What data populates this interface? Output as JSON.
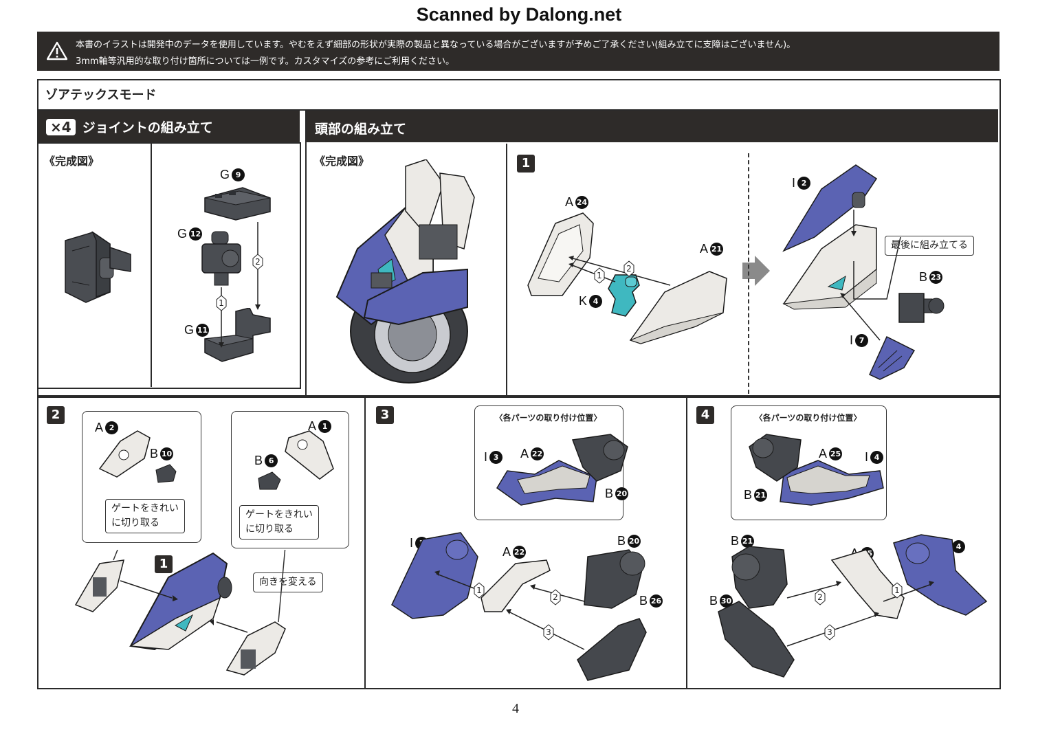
{
  "watermark": "Scanned by Dalong.net",
  "notice": {
    "line1": "本書のイラストは開発中のデータを使用しています。やむをえず細部の形状が実際の製品と異なっている場合がございますが予めご了承ください(組み立てに支障はございません)。",
    "line2": "3mm軸等汎用的な取り付け箇所については一例です。カスタマイズの参考にご利用ください。"
  },
  "mode_title": "ゾアテックスモード",
  "joint": {
    "multiplier": "×4",
    "title": "ジョイントの組み立て",
    "complete_label": "《完成図》",
    "parts": [
      {
        "letter": "G",
        "num": "9"
      },
      {
        "letter": "G",
        "num": "12"
      },
      {
        "letter": "G",
        "num": "11"
      }
    ],
    "steps": [
      "1",
      "2"
    ]
  },
  "head": {
    "title": "頭部の組み立て",
    "complete_label": "《完成図》"
  },
  "step1": {
    "number": "1",
    "parts_left": [
      {
        "letter": "A",
        "num": "24"
      },
      {
        "letter": "A",
        "num": "21"
      },
      {
        "letter": "K",
        "num": "4"
      }
    ],
    "parts_right": [
      {
        "letter": "I",
        "num": "2"
      },
      {
        "letter": "B",
        "num": "23"
      },
      {
        "letter": "I",
        "num": "7"
      }
    ],
    "note": "最後に組み立てる",
    "sub_steps": [
      "1",
      "2"
    ]
  },
  "step2": {
    "number": "2",
    "parts": [
      {
        "letter": "A",
        "num": "2"
      },
      {
        "letter": "B",
        "num": "10"
      },
      {
        "letter": "A",
        "num": "1"
      },
      {
        "letter": "B",
        "num": "6"
      }
    ],
    "gate_note_line1": "ゲートをきれい",
    "gate_note_line2": "に切り取る",
    "ref_step": "1",
    "turn_note": "向きを変える"
  },
  "step3": {
    "number": "3",
    "callout_title": "〈各パーツの取り付け位置〉",
    "callout_parts": [
      {
        "letter": "I",
        "num": "3"
      },
      {
        "letter": "A",
        "num": "22"
      },
      {
        "letter": "B",
        "num": "20"
      }
    ],
    "parts": [
      {
        "letter": "I",
        "num": "3"
      },
      {
        "letter": "A",
        "num": "22"
      },
      {
        "letter": "B",
        "num": "20"
      },
      {
        "letter": "B",
        "num": "26"
      }
    ],
    "sub_steps": [
      "1",
      "2",
      "3"
    ]
  },
  "step4": {
    "number": "4",
    "callout_title": "〈各パーツの取り付け位置〉",
    "callout_parts": [
      {
        "letter": "A",
        "num": "25"
      },
      {
        "letter": "I",
        "num": "4"
      },
      {
        "letter": "B",
        "num": "21"
      }
    ],
    "parts": [
      {
        "letter": "B",
        "num": "21"
      },
      {
        "letter": "A",
        "num": "25"
      },
      {
        "letter": "I",
        "num": "4"
      },
      {
        "letter": "B",
        "num": "30"
      }
    ],
    "sub_steps": [
      "1",
      "2",
      "3"
    ]
  },
  "page_number": "4",
  "colors": {
    "bar": "#2e2b29",
    "blue_armor": "#5b63b3",
    "dark_gray": "#45484d",
    "teal": "#3fb8c0",
    "white_part": "#eceae6"
  },
  "icons": [
    "warning-icon",
    "arrow-right-icon"
  ]
}
